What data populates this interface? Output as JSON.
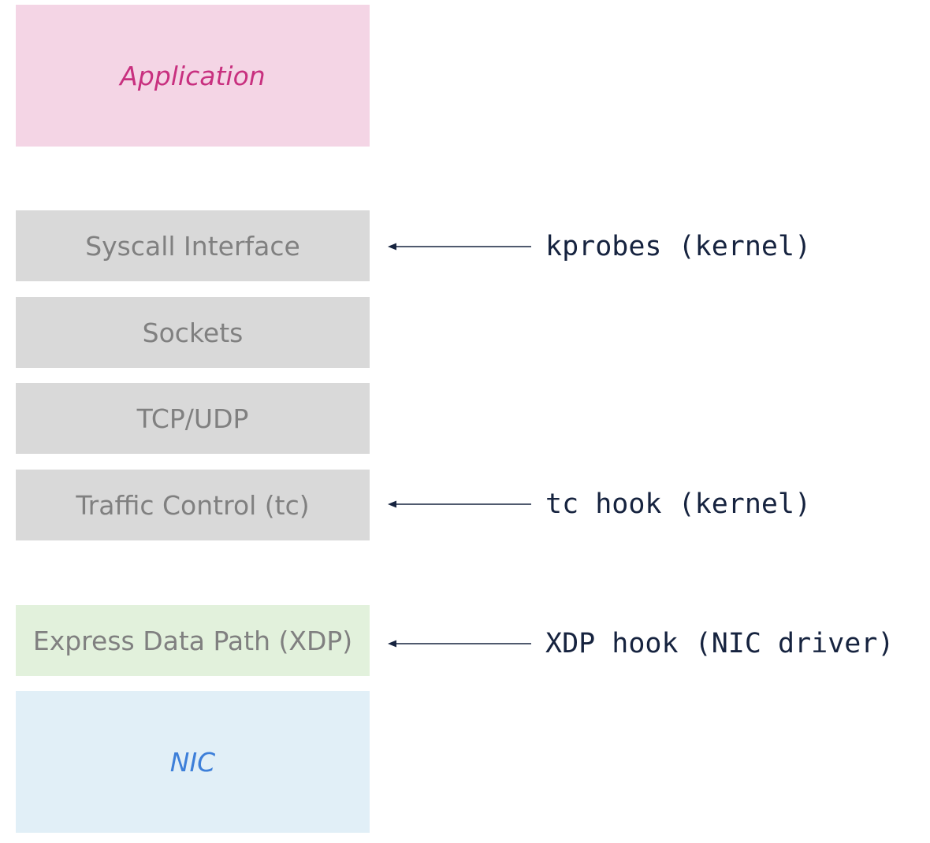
{
  "layers": {
    "application": "Application",
    "syscall": "Syscall Interface",
    "sockets": "Sockets",
    "tcp_udp": "TCP/UDP",
    "traffic_control": "Traffic Control (tc)",
    "xdp": "Express Data Path (XDP)",
    "nic": "NIC"
  },
  "hooks": {
    "kprobes": "kprobes (kernel)",
    "tc": "tc hook (kernel)",
    "xdp": "XDP hook (NIC driver)"
  },
  "colors": {
    "application_bg": "#f4d5e5",
    "application_text": "#c8307f",
    "kernel_bg": "#d9d9d9",
    "kernel_text": "#808080",
    "xdp_bg": "#e2f1dc",
    "nic_bg": "#e1eff7",
    "nic_text": "#3d7fd9",
    "hook_text": "#16233f"
  }
}
